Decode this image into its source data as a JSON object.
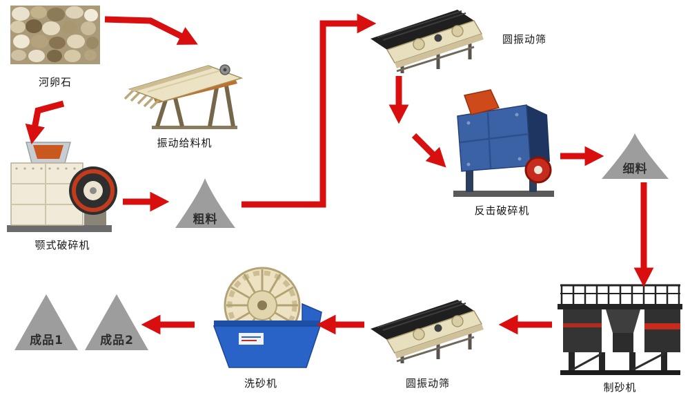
{
  "nodes": {
    "pebbles": {
      "label": "河卵石",
      "type": "raw-material-photo"
    },
    "feeder": {
      "label": "振动给料机",
      "type": "machine"
    },
    "jaw_crusher": {
      "label": "颚式破碎机",
      "type": "machine"
    },
    "coarse_pile": {
      "label": "粗料",
      "type": "material-pile"
    },
    "screen_top": {
      "label": "圆振动筛",
      "type": "machine"
    },
    "impact_crusher": {
      "label": "反击破碎机",
      "type": "machine"
    },
    "fine_pile": {
      "label": "细料",
      "type": "material-pile"
    },
    "sand_maker": {
      "label": "制砂机",
      "type": "machine"
    },
    "screen_bottom": {
      "label": "圆振动筛",
      "type": "machine"
    },
    "sand_washer": {
      "label": "洗砂机",
      "type": "machine"
    },
    "product_1": {
      "label": "成品1",
      "type": "product-pile"
    },
    "product_2": {
      "label": "成品2",
      "type": "product-pile"
    }
  },
  "edges": [
    {
      "from": "pebbles",
      "to": "feeder"
    },
    {
      "from": "pebbles",
      "to": "jaw_crusher"
    },
    {
      "from": "jaw_crusher",
      "to": "coarse_pile"
    },
    {
      "from": "coarse_pile",
      "to": "screen_top"
    },
    {
      "from": "screen_top",
      "to": "impact_crusher"
    },
    {
      "from": "impact_crusher",
      "to": "fine_pile"
    },
    {
      "from": "fine_pile",
      "to": "sand_maker"
    },
    {
      "from": "sand_maker",
      "to": "screen_bottom"
    },
    {
      "from": "screen_bottom",
      "to": "sand_washer"
    },
    {
      "from": "sand_washer",
      "to": "product_1"
    },
    {
      "from": "sand_washer",
      "to": "product_2"
    }
  ],
  "colors": {
    "arrow": "#d90f0f",
    "pile_gray": "#9d9d9d",
    "background": "#ffffff"
  }
}
